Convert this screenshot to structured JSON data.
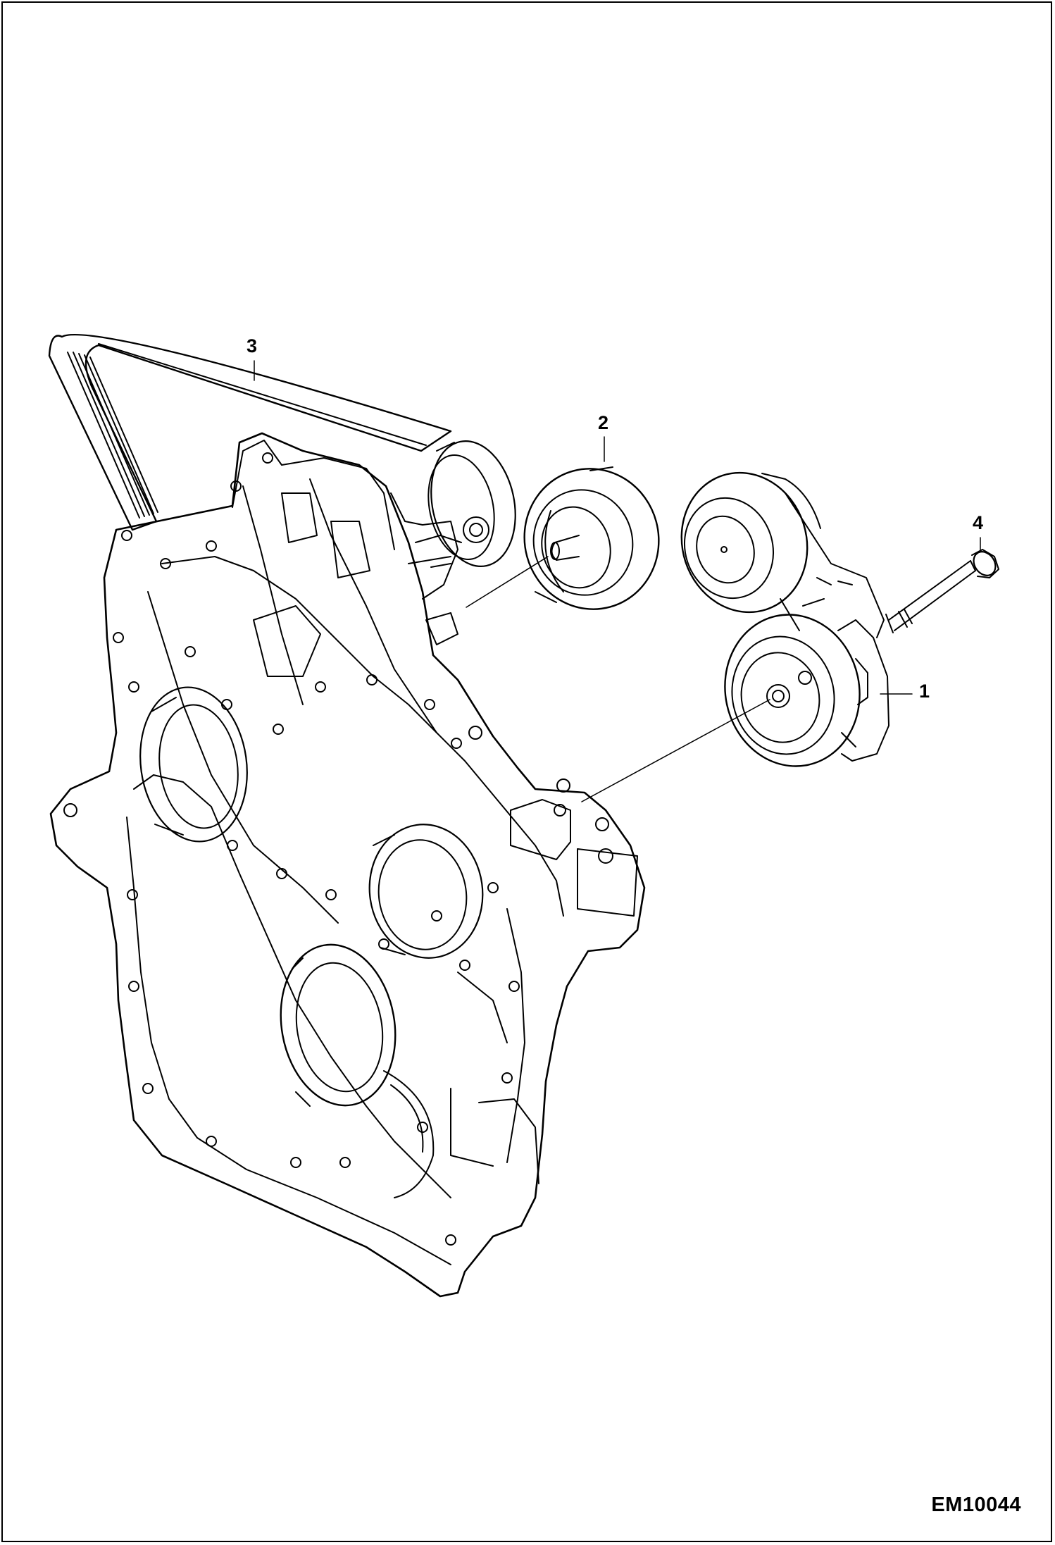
{
  "callouts": {
    "c1": "1",
    "c2": "2",
    "c3": "3",
    "c4": "4"
  },
  "drawing_id": "EM10044",
  "colors": {
    "line": "#000000",
    "background": "#ffffff"
  }
}
